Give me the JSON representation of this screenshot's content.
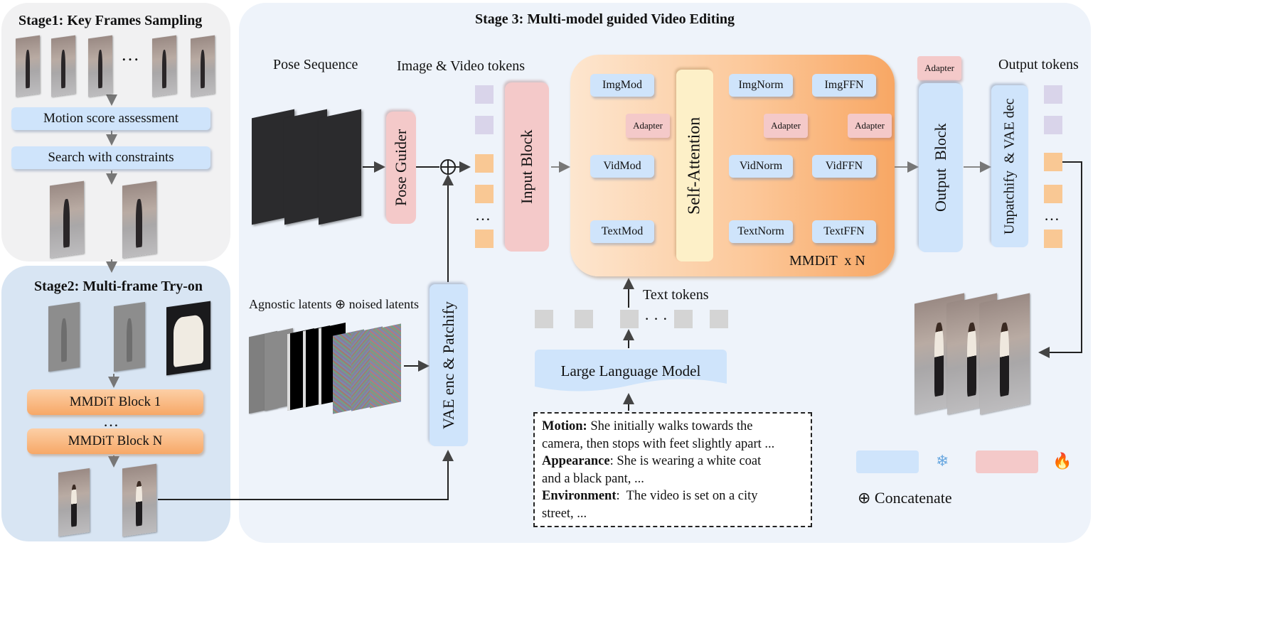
{
  "stage1": {
    "title": "Stage1: Key Frames Sampling",
    "ellipsis": "…",
    "motion_score": "Motion score assessment",
    "search": "Search with constraints"
  },
  "stage2": {
    "title": "Stage2: Multi-frame Try-on",
    "block1": "MMDiT Block 1",
    "dots": "…",
    "blockn": "MMDiT Block N"
  },
  "stage3": {
    "title": "Stage 3: Multi-model guided Video Editing",
    "pose_sequence": "Pose Sequence",
    "image_video_tokens": "Image & Video tokens",
    "pose_guider": "Pose  Guider",
    "input_block": "Input Block",
    "token_dots": "…",
    "agnostic": "Agnostic latents ⊕ noised latents",
    "vae_enc": "VAE enc & Patchify",
    "text_tokens": "Text tokens",
    "text_token_dots": "· · ·",
    "llm": "Large Language Model",
    "mmdit": {
      "imgmod": "ImgMod",
      "vidmod": "VidMod",
      "textmod": "TextMod",
      "adapter": "Adapter",
      "self_attention": "Self-Attention",
      "imgnorm": "ImgNorm",
      "vidnorm": "VidNorm",
      "textnorm": "TextNorm",
      "imgffn": "ImgFFN",
      "vidffn": "VidFFN",
      "textffn": "TextFFN",
      "label": "MMDiT  x N"
    },
    "output_adapter": "Adapter",
    "output_block": "Output  Block",
    "unpatchify": "Unpatchify  & VAE dec",
    "output_tokens": "Output tokens",
    "prompt": {
      "motion_label": "Motion:",
      "motion_text": " She initially walks towards the",
      "motion_text2": "camera, then stops with feet slightly apart ...",
      "appearance_label": "Appearance",
      "appearance_text": ": She is wearing a white coat",
      "appearance_text2": "and a black pant, ...",
      "environment_label": "Environment",
      "environment_text": ":  The video is set on a city",
      "environment_text2": "street, ..."
    },
    "legend": {
      "snowflake": "❄",
      "fire": "🔥",
      "concatenate": "⊕ Concatenate"
    }
  },
  "colors": {
    "frozen": "#cfe4fb",
    "trainable": "#f4c9c9",
    "mmdit_bg": "#fcc28e"
  }
}
